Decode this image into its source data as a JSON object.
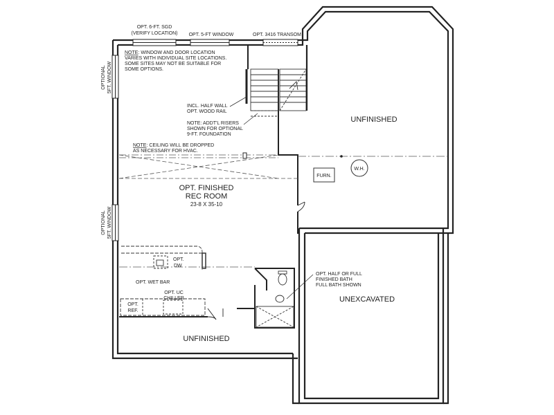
{
  "colors": {
    "wall": "#222222",
    "line": "#333333",
    "dash": "#555555",
    "background": "#ffffff"
  },
  "labels": {
    "sgd_line1": "OPT. 6-FT. SGD",
    "sgd_line2": "(VERIFY LOCATION)",
    "window_top": "OPT. 5-FT WINDOW",
    "transom": "OPT. 3416 TRANSOM",
    "note_word": "NOTE",
    "note_window_line1": ": WINDOW AND DOOR LOCATION",
    "note_window_line2": "VARIES WITH INDIVIDUAL SITE LOCATIONS.",
    "note_window_line3": "SOME SITES MAY NOT BE SUITABLE FOR",
    "note_window_line4": "SOME OPTIONS.",
    "left_window_upper_1": "OPTIONAL",
    "left_window_upper_2": "5FT. WINDOW",
    "left_window_lower_1": "OPTIONAL",
    "left_window_lower_2": "5FT. WINDOW",
    "half_wall_line1": "INCL. HALF WALL",
    "half_wall_line2": "OPT. WOOD RAIL",
    "risers_line1": "NOTE: ADDT'L RISERS",
    "risers_line2": "SHOWN FOR OPTIONAL",
    "risers_line3": "9-FT. FOUNDATION",
    "ceiling_line1_rest": ": CEILING WILL BE DROPPED",
    "ceiling_line2": "AS NECESSARY FOR HVAC.",
    "unfinished_upper": "UNFINISHED",
    "furnace": "FURN.",
    "water_heater": "W.H.",
    "rec_room_line1": "OPT. FINISHED",
    "rec_room_line2": "REC ROOM",
    "rec_room_dims": "23-8 X 35-10",
    "dw_line1": "OPT.",
    "dw_line2": "DW",
    "wet_bar": "OPT. WET BAR",
    "chiller_line1": "OPT. UC",
    "chiller_line2": "CHILLER",
    "ref_line1": "OPT.",
    "ref_line2": "REF.",
    "bath_line1": "OPT. HALF OR FULL",
    "bath_line2": "FINISHED BATH",
    "bath_line3": "FULL BATH SHOWN",
    "unexcavated": "UNEXCAVATED",
    "unfinished_lower": "UNFINISHED"
  }
}
